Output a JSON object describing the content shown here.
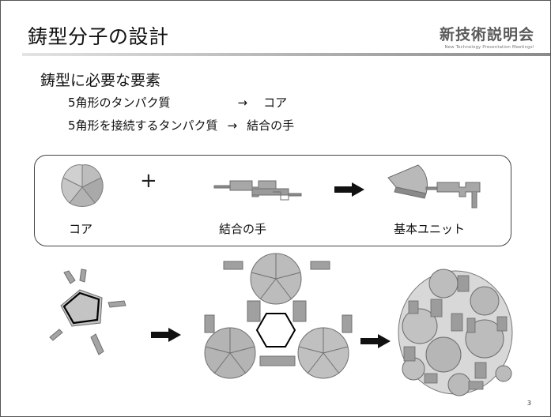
{
  "slide": {
    "title": "鋳型分子の設計",
    "logo": {
      "main": "新技術説明会",
      "sub": "New Technology Presentation Meetings!"
    },
    "heading": "鋳型に必要な要素",
    "lines": [
      {
        "left": "5角形のタンパク質",
        "arrow": "→",
        "right": "コア"
      },
      {
        "left": "5角形を接続するタンパク質",
        "arrow": "→",
        "right": "結合の手"
      }
    ],
    "panel": {
      "plus": "+",
      "labels": [
        "コア",
        "結合の手",
        "基本ユニット"
      ]
    },
    "page_number": "3"
  }
}
